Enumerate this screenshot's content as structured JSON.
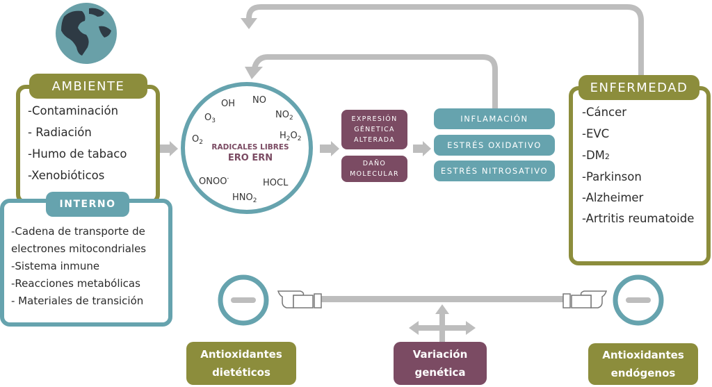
{
  "colors": {
    "olive": "#8c8d3c",
    "teal": "#66a3ae",
    "plum": "#7b4b63",
    "arrow_gray": "#bdbdbd",
    "globe_water": "#69a0a8",
    "globe_land": "#2e3a44"
  },
  "globe": {
    "icon": "globe-icon"
  },
  "ambiente": {
    "title": "AMBIENTE",
    "items": [
      "-Contaminación",
      "- Radiación",
      "-Humo de tabaco",
      "-Xenobióticos"
    ]
  },
  "interno": {
    "title": "INTERNO",
    "items": [
      "-Cadena de transporte de",
      "electrones mitocondriales",
      "-Sistema inmune",
      "-Reacciones metabólicas",
      "- Materiales de transición"
    ]
  },
  "radicales": {
    "label": "RADICALES LIBRES",
    "sublabel": "ERO ERN",
    "molecules": {
      "oh": "OH",
      "no": "NO",
      "o3": "O3",
      "no2": "NO2",
      "o2": "O2",
      "h2o2": "H2O2",
      "onoo": "ONOO-",
      "hocl": "HOCL",
      "hno2": "HNO2"
    }
  },
  "expresion": {
    "line1": "EXPRESIÓN",
    "line2": "GÉNETICA",
    "line3": "ALTERADA"
  },
  "dano": {
    "line1": "DAÑO",
    "line2": "MOLECULAR"
  },
  "procesos": [
    "INFLAMACIÓN",
    "ESTRÉS OXIDATIVO",
    "ESTRÉS NITROSATIVO"
  ],
  "enfermedad": {
    "title": "ENFERMEDAD",
    "items": [
      "-Cáncer",
      "-EVC",
      "-DM2",
      "-Parkinson",
      "-Alzheimer",
      "-Artritis reumatoide"
    ]
  },
  "inhibitor_icons": [
    "minus-circle-icon",
    "minus-circle-icon"
  ],
  "pointing_hands": [
    "pointing-hand-right-icon",
    "pointing-hand-left-icon"
  ],
  "cross_arrows": "four-way-arrow-icon",
  "antioxidantes_dieteticos": {
    "line1": "Antioxidantes",
    "line2": "dietéticos"
  },
  "variacion": {
    "line1": "Variación",
    "line2": "genética"
  },
  "antioxidantes_endogenos": {
    "line1": "Antioxidantes",
    "line2": "endógenos"
  }
}
